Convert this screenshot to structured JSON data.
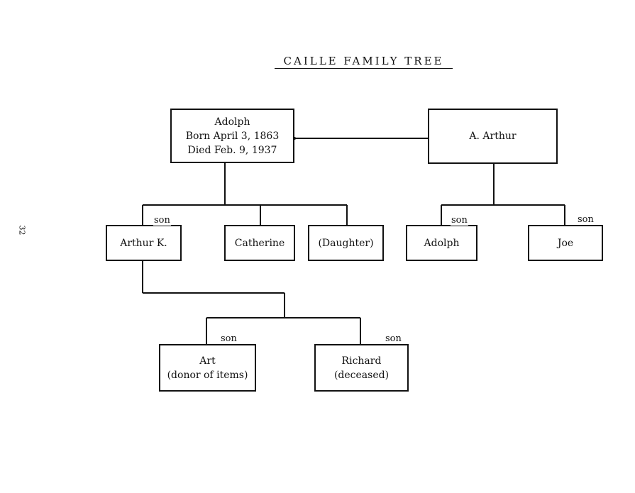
{
  "title": "CAILLE FAMILY TREE",
  "page_number": "32",
  "people": {
    "adolph_sr": {
      "name": "Adolph",
      "born": "Born April 3, 1863",
      "died": "Died Feb. 9, 1937"
    },
    "a_arthur": {
      "name": "A. Arthur"
    },
    "arthur_k": {
      "name": "Arthur K.",
      "relation": "son"
    },
    "catherine": {
      "name": "Catherine"
    },
    "daughter": {
      "name": "(Daughter)"
    },
    "adolph_jr": {
      "name": "Adolph",
      "relation": "son"
    },
    "joe": {
      "name": "Joe",
      "relation": "son"
    },
    "art": {
      "name": "Art",
      "note": "(donor of items)",
      "relation": "son"
    },
    "richard": {
      "name": "Richard",
      "note": "(deceased)",
      "relation": "son"
    }
  }
}
